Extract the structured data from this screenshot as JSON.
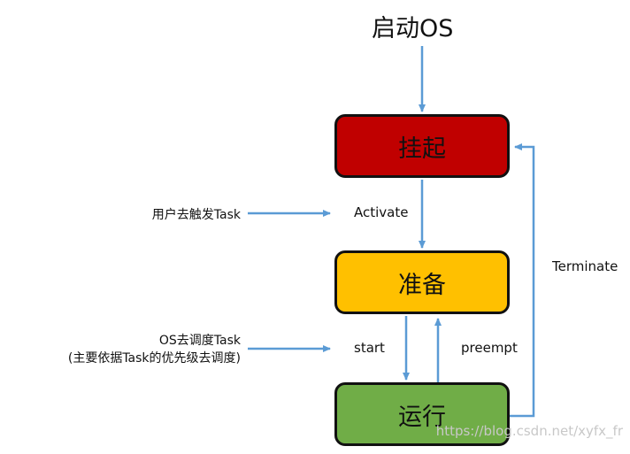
{
  "diagram": {
    "top_label": "启动OS",
    "states": {
      "suspended": "挂起",
      "ready": "准备",
      "running": "运行"
    },
    "transitions": {
      "activate": "Activate",
      "start": "start",
      "preempt": "preempt",
      "terminate": "Terminate"
    },
    "annotations": {
      "user_trigger": "用户去触发Task",
      "os_schedule_line1": "OS去调度Task",
      "os_schedule_line2": "(主要依据Task的优先级去调度)"
    },
    "colors": {
      "suspended": "#c00000",
      "ready": "#ffc000",
      "running": "#70ad47",
      "arrow": "#5b9bd5",
      "border": "#111111"
    }
  },
  "watermark": "https://blog.csdn.net/xyfx_fr"
}
